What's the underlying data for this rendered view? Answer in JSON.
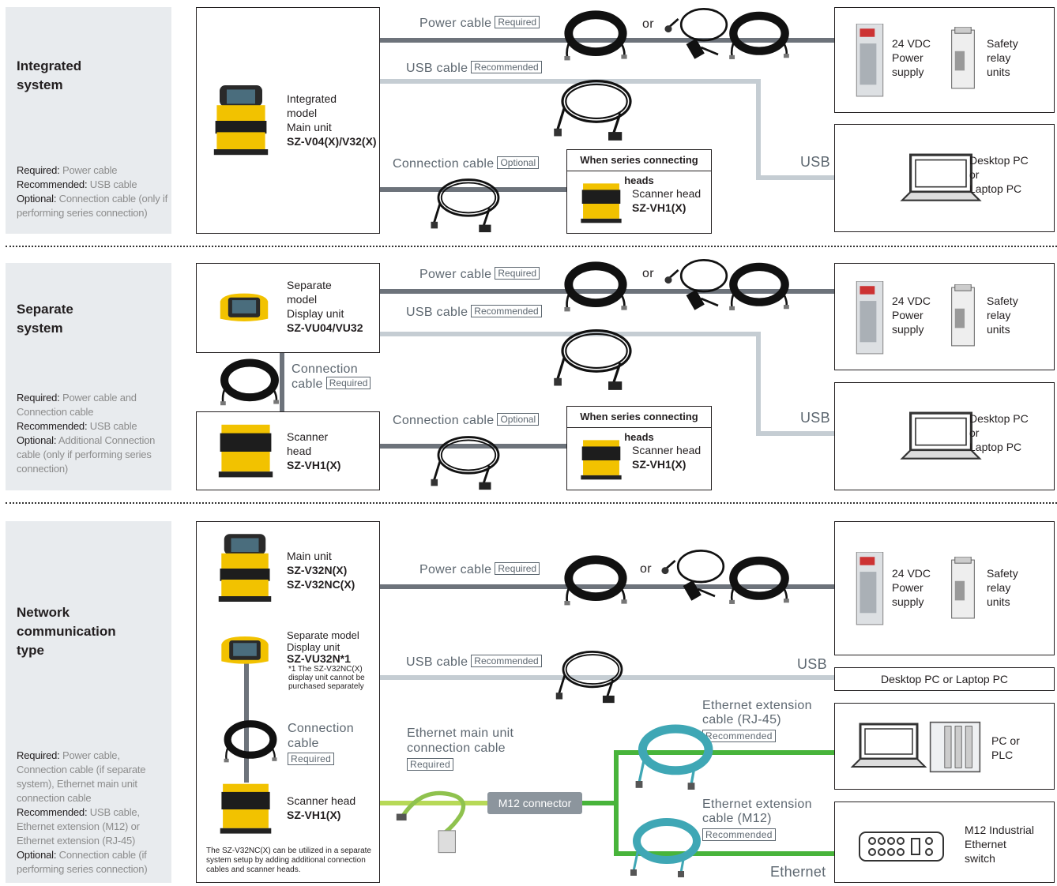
{
  "sections": {
    "integrated": {
      "title": "Integrated\nsystem",
      "req_k": "Required:",
      "req_v": " Power cable",
      "rec_k": "Recommended:",
      "rec_v": " USB cable",
      "opt_k": "Optional:",
      "opt_v": " Connection cable (only if performing series connection)",
      "unit_line1": "Integrated",
      "unit_line2": "model",
      "unit_line3": "Main unit",
      "unit_model": "SZ-V04(X)/V32(X)"
    },
    "separate": {
      "title": "Separate\nsystem",
      "req_k": "Required:",
      "req_v": " Power cable and Connection cable",
      "rec_k": "Recommended:",
      "rec_v": " USB cable",
      "opt_k": "Optional:",
      "opt_v": " Additional Connection cable (only if performing series connection)",
      "unit_line1": "Separate",
      "unit_line2": "model",
      "unit_line3": "Display unit",
      "unit_model": "SZ-VU04/VU32",
      "head_line1": "Scanner",
      "head_line2": "head",
      "head_model": "SZ-VH1(X)"
    },
    "network": {
      "title": "Network\ncommunication\ntype",
      "req_k": "Required:",
      "req_v": " Power cable, Connection cable (if separate system), Ethernet main unit connection cable",
      "rec_k": "Recommended:",
      "rec_v": " USB cable, Ethernet extension (M12) or Ethernet extension (RJ-45)",
      "opt_k": "Optional:",
      "opt_v": " Connection cable (if performing series connection)",
      "main_line": "Main unit",
      "main_model1": "SZ-V32N(X)",
      "main_model2": "SZ-V32NC(X)",
      "disp_line1": "Separate model",
      "disp_line2": "Display unit",
      "disp_model": "SZ-VU32N*1",
      "disp_note": "*1 The SZ-V32NC(X) display unit cannot be purchased separately",
      "head_line": "Scanner head",
      "head_model": "SZ-VH1(X)",
      "footnote": "The SZ-V32NC(X) can be utilized in a separate system setup by adding additional connection cables and scanner heads."
    }
  },
  "cables": {
    "power": "Power cable",
    "usb": "USB cable",
    "connection": "Connection cable",
    "connection_split1": "Connection",
    "connection_split2": "cable",
    "eth_main1": "Ethernet main unit",
    "eth_main2": "connection cable",
    "eth_rj1": "Ethernet extension",
    "eth_rj2": "cable (RJ-45)",
    "eth_m121": "Ethernet extension",
    "eth_m122": "cable (M12)",
    "or": "or",
    "usb_port": "USB",
    "ethernet_port": "Ethernet",
    "m12_connector": "M12 connector"
  },
  "tags": {
    "required": "Required",
    "recommended": "Recommended",
    "optional": "Optional"
  },
  "series": {
    "header": "When series connecting heads",
    "head_line": "Scanner head",
    "head_model": "SZ-VH1(X)"
  },
  "devices": {
    "psu1": "24 VDC",
    "psu2": "Power",
    "psu3": "supply",
    "relay1": "Safety",
    "relay2": "relay",
    "relay3": "units",
    "pc1": "Desktop PC",
    "pc2": "or",
    "pc3": "Laptop PC",
    "pc_combined": "Desktop PC or Laptop PC",
    "plc1": "PC or",
    "plc2": "PLC",
    "switch1": "M12 Industrial",
    "switch2": "Ethernet",
    "switch3": "switch"
  },
  "colors": {
    "dark_line": "#6d737b",
    "light_line": "#c5cdd3",
    "green_line": "#48b43b",
    "light_green": "#b7d957",
    "cable_blue": "#3fa7b5",
    "product_yellow": "#f2c200"
  }
}
